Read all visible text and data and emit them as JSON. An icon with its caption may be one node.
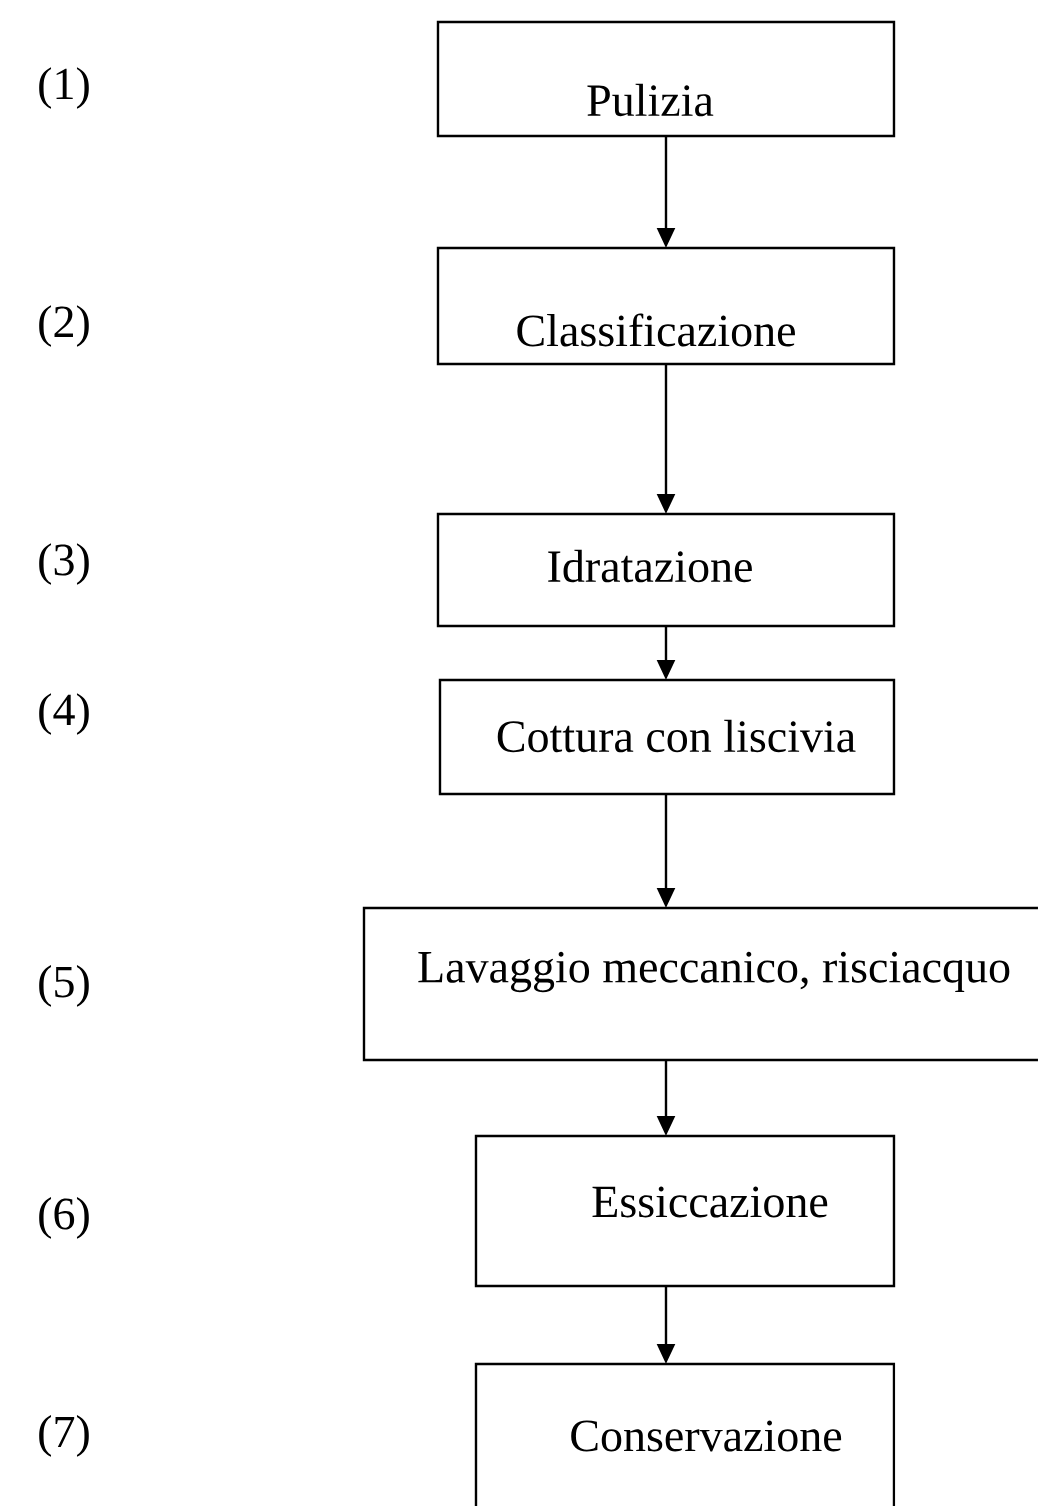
{
  "diagram": {
    "nodes": [
      {
        "text": [
          "Pulizia"
        ]
      },
      {
        "text": [
          "Classificazione"
        ]
      },
      {
        "text": [
          "Idratazione"
        ]
      },
      {
        "text": [
          "Cottura con liscivia"
        ]
      },
      {
        "text": [
          "Lavaggio meccanico, risciacquo"
        ]
      },
      {
        "text": [
          "Essiccazione"
        ]
      },
      {
        "text": [
          "Conservazione"
        ]
      }
    ],
    "edges": [
      {
        "from": 0,
        "to": 1,
        "arrow": "to"
      },
      {
        "from": 1,
        "to": 2,
        "arrow": "to"
      },
      {
        "from": 2,
        "to": 3,
        "arrow": "to"
      },
      {
        "from": 3,
        "to": 4,
        "arrow": "to"
      },
      {
        "from": 4,
        "to": 5,
        "arrow": "to"
      },
      {
        "from": 5,
        "to": 6,
        "arrow": "to"
      }
    ],
    "labels": [
      "(1)",
      "(2)",
      "(3)",
      "(4)",
      "(5)",
      "(6)",
      "(7)"
    ]
  }
}
